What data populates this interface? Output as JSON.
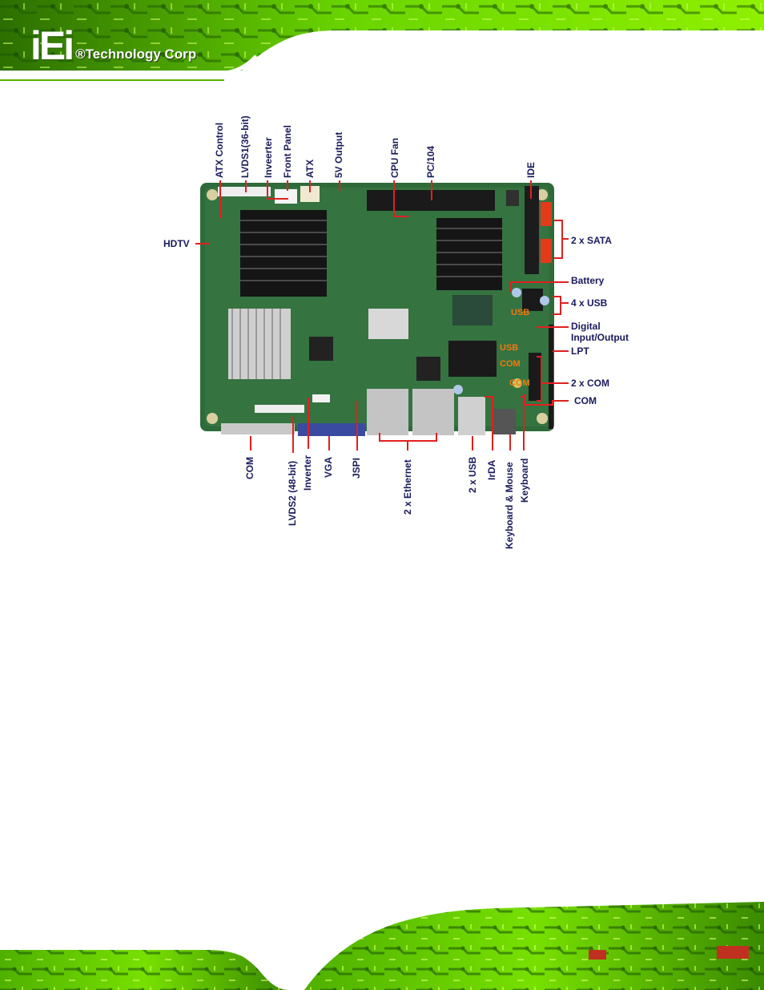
{
  "brand": {
    "logo_text": "iEi",
    "company": "®Technology Corp"
  },
  "labels": {
    "top": {
      "atx_control": "ATX Control",
      "lvds1": "LVDS1(36-bit)",
      "inverter": "Inveerter",
      "front_panel": "Front Panel",
      "atx": "ATX",
      "output_5v": "5V Output",
      "cpu_fan": "CPU Fan",
      "pc104": "PC/104",
      "ide": "IDE"
    },
    "left": {
      "hdtv": "HDTV"
    },
    "right": {
      "sata": "2 x SATA",
      "battery": "Battery",
      "usb4": "4 x USB",
      "dio_line1": "Digital",
      "dio_line2": "Input/Output",
      "lpt": "LPT",
      "com2": "2 x COM",
      "com": "COM"
    },
    "bottom": {
      "com": "COM",
      "lvds2": "LVDS2 (48-bit)",
      "inverter": "Inverter",
      "vga": "VGA",
      "jspi": "JSPI",
      "ethernet": "2 x Ethernet",
      "usb2": "2 x USB",
      "irda": "IrDA",
      "kb_mouse": "Keyboard & Mouse",
      "keyboard": "Keyboard"
    },
    "board_silkscreen": {
      "com_a": "COM",
      "com_b": "COM",
      "cn_a": "USB",
      "cn_b": "USB"
    }
  },
  "colors": {
    "pcb": "#2e6a3a",
    "callout_line": "#e02020",
    "label_text": "#1a1a5c",
    "header_green": "#5fd000"
  }
}
